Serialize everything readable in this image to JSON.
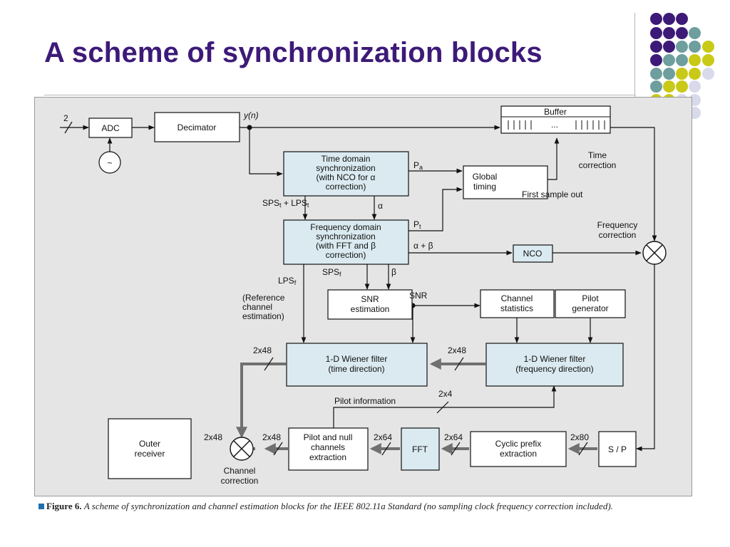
{
  "slide": {
    "title": "A scheme of synchronization blocks"
  },
  "decor": {
    "dot_colors": [
      "#3d1a78",
      "#6e9e9e",
      "#c9c917",
      "#d9d9ec"
    ]
  },
  "figure": {
    "caption_label": "Figure 6.",
    "caption_text": "A scheme of synchronization and channel estimation blocks for the IEEE 802.11a Standard (no sampling clock frequency correction included).",
    "blocks": {
      "adc": "ADC",
      "decimator": "Decimator",
      "buffer": "Buffer",
      "buffer_dots": "...",
      "time_sync": [
        "Time domain",
        "synchronization",
        "(with NCO for α",
        "correction)"
      ],
      "global_timing": [
        "Global",
        "timing"
      ],
      "freq_sync": [
        "Frequency domain",
        "synchronization",
        "(with FFT and β",
        "correction)"
      ],
      "nco": "NCO",
      "snr_est": [
        "SNR",
        "estimation"
      ],
      "channel_stats": [
        "Channel",
        "statistics"
      ],
      "pilot_gen": [
        "Pilot",
        "generator"
      ],
      "wiener_time": [
        "1-D Wiener filter",
        "(time direction)"
      ],
      "wiener_freq": [
        "1-D Wiener filter",
        "(frequency direction)"
      ],
      "outer_receiver": [
        "Outer",
        "receiver"
      ],
      "pilot_null": [
        "Pilot and null",
        "channels",
        "extraction"
      ],
      "fft": "FFT",
      "cyclic_prefix": [
        "Cyclic prefix",
        "extraction"
      ],
      "sp": "S / P"
    },
    "labels": {
      "input_width": "2",
      "y_n": "y(n)",
      "p_a": "P",
      "p_a_sub": "a",
      "p_t": "P",
      "p_t_sub": "t",
      "time_correction": [
        "Time",
        "correction"
      ],
      "first_sample_out": "First sample out",
      "sps_lps_t": "SPS",
      "sps_lps_t_mid": " + LPS",
      "sub_t": "t",
      "alpha": "α",
      "alpha_beta": "α + β",
      "frequency_correction": [
        "Frequency",
        "correction"
      ],
      "lps_f": "LPS",
      "sps_f": "SPS",
      "sub_f": "f",
      "beta": "β",
      "snr": "SNR",
      "reference_note": [
        "(Reference",
        "channel",
        "estimation)"
      ],
      "pilot_information": "Pilot information",
      "channel_correction": [
        "Channel",
        "correction"
      ],
      "w_2x48": "2x48",
      "w_2x4": "2x4",
      "w_2x64": "2x64",
      "w_2x80": "2x80",
      "osc": "~"
    }
  }
}
